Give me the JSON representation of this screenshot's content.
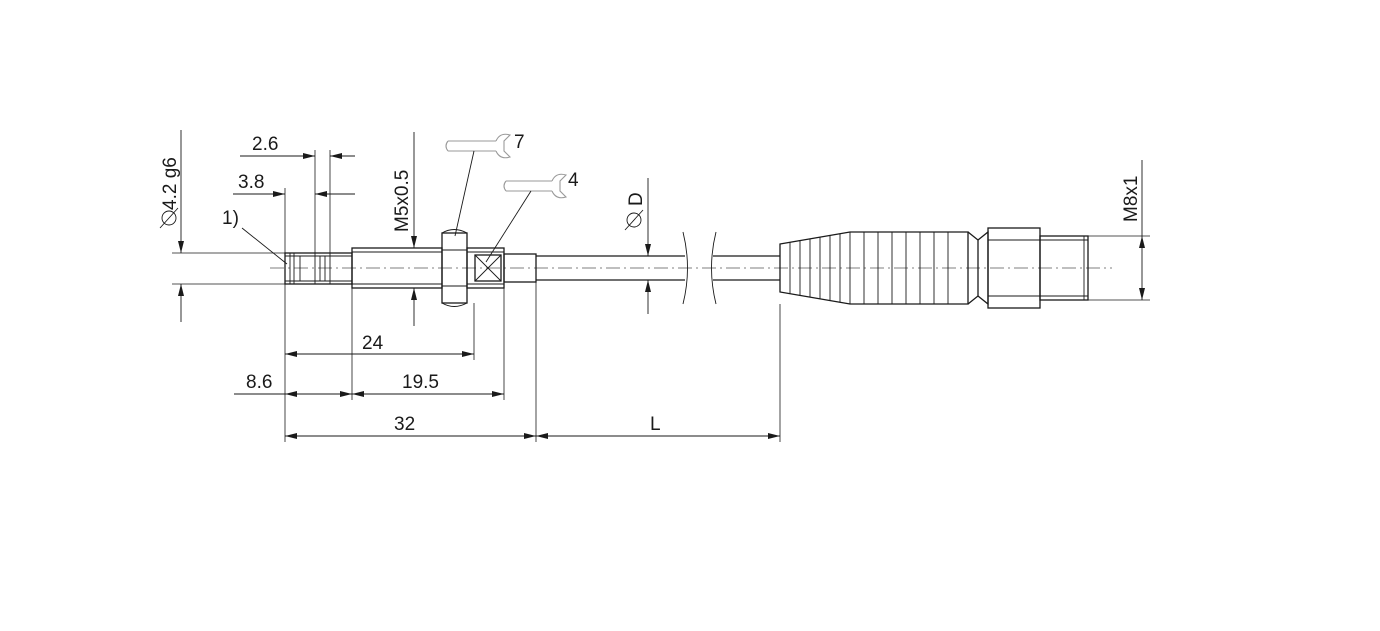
{
  "dimensions": {
    "diameter_body": "4.2 g6",
    "note_ref": "1)",
    "groove_width": "2.6",
    "groove_offset": "3.8",
    "thread": "M5x0.5",
    "wrench_nut": "7",
    "wrench_flat": "4",
    "cable_diameter": "D",
    "connector_thread": "M8x1",
    "length_24": "24",
    "length_8_6": "8.6",
    "length_19_5": "19.5",
    "length_32": "32",
    "length_L": "L"
  },
  "symbols": {
    "diameter_symbol": "diameter-symbol",
    "wrench_icon": "wrench-icon"
  }
}
